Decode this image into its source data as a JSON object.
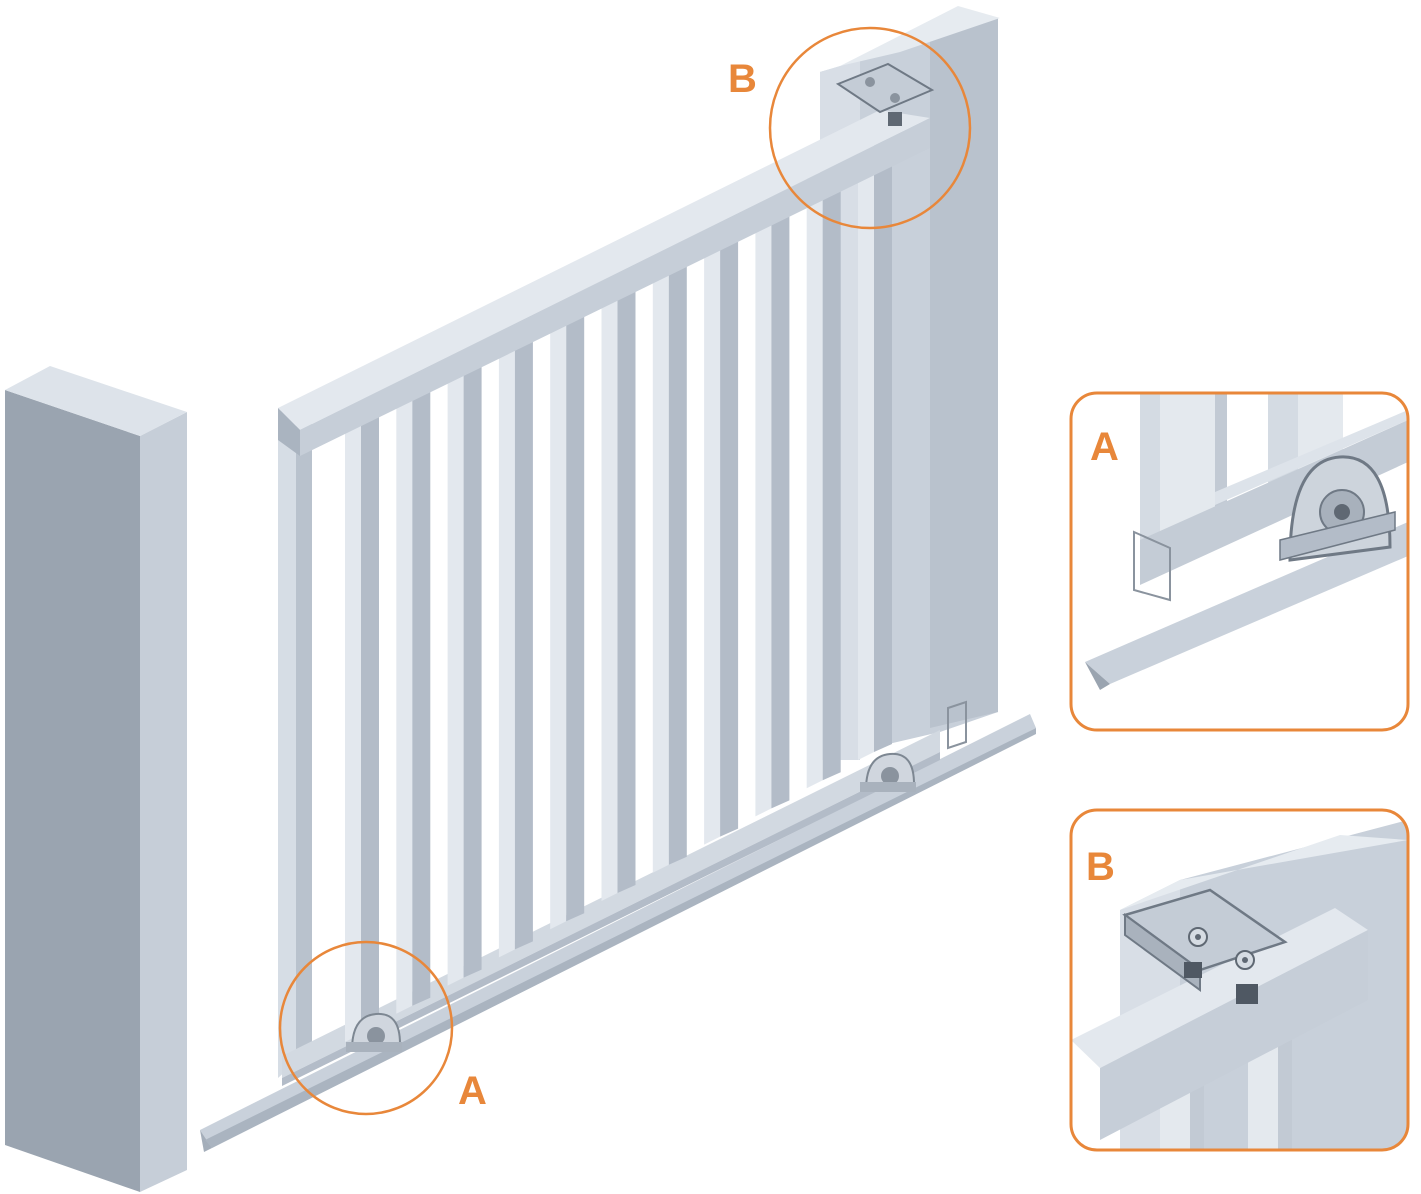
{
  "labels": {
    "main_a": "A",
    "main_b": "B",
    "inset_a": "A",
    "inset_b": "B"
  },
  "colors": {
    "accent": "#e8873a",
    "post_front": "#9aa4b0",
    "post_side": "#c4ccd6",
    "post_top": "#dde3ea",
    "frame_light": "#dfe5ec",
    "frame_mid": "#c2cad4",
    "frame_dark": "#a7b1bd",
    "hardware": "#8a939e"
  }
}
